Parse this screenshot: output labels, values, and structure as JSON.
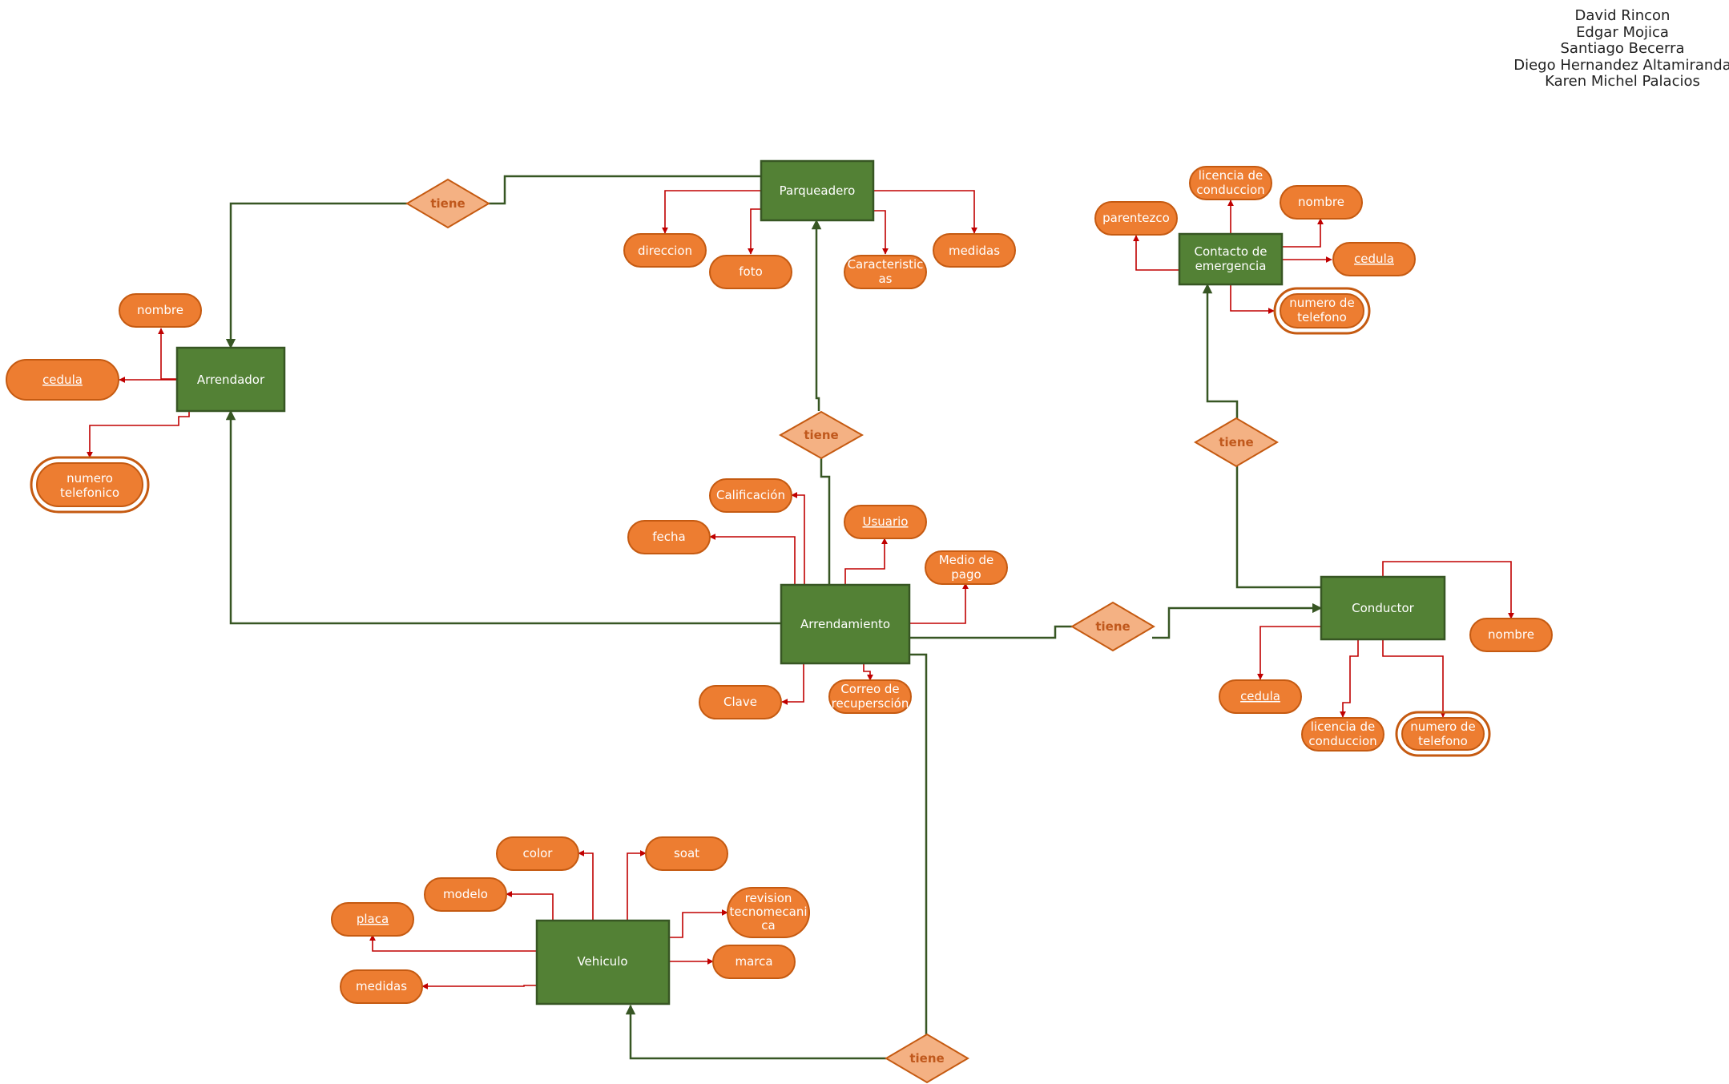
{
  "authors": [
    "David Rincon",
    "Edgar Mojica",
    "Santiago Becerra",
    "Diego Hernandez Altamiranda",
    "Karen Michel Palacios"
  ],
  "colors": {
    "entity_fill": "#538135",
    "entity_stroke": "#375623",
    "attribute_fill": "#ed7d31",
    "attribute_stroke": "#c55a11",
    "relation_fill": "#f4b183",
    "relation_stroke": "#c55a11",
    "entity_line": "#375623",
    "attribute_line": "#c00000"
  },
  "entities": {
    "parqueadero": "Parqueadero",
    "arrendador": "Arrendador",
    "contacto": [
      "Contacto de",
      "emergencia"
    ],
    "arrendamiento": "Arrendamiento",
    "conductor": "Conductor",
    "vehiculo": "Vehiculo"
  },
  "relations": {
    "arrendador_parqueadero": "tiene",
    "arrendamiento_parqueadero": "tiene",
    "conductor_contacto": "tiene",
    "arrendamiento_conductor": "tiene",
    "arrendamiento_vehiculo": "tiene"
  },
  "attributes": {
    "parqueadero": {
      "direccion": "direccion",
      "foto": "foto",
      "caracteristicas": [
        "Caracteristic",
        "as"
      ],
      "medidas": "medidas"
    },
    "arrendador": {
      "nombre": "nombre",
      "cedula": "cedula",
      "telefono": [
        "numero",
        "telefonico"
      ]
    },
    "contacto": {
      "licencia": [
        "licencia de",
        "conduccion"
      ],
      "nombre": "nombre",
      "parentezco": "parentezco",
      "cedula": "cedula",
      "telefono": [
        "numero de",
        "telefono"
      ]
    },
    "arrendamiento": {
      "calificacion": "Calificación",
      "fecha": "fecha",
      "usuario": "Usuario",
      "medio_pago": [
        "Medio de",
        "pago"
      ],
      "clave": "Clave",
      "correo": [
        "Correo de",
        "recupersción"
      ]
    },
    "conductor": {
      "nombre": "nombre",
      "cedula": "cedula",
      "licencia": [
        "licencia de",
        "conduccion"
      ],
      "telefono": [
        "numero de",
        "telefono"
      ]
    },
    "vehiculo": {
      "color": "color",
      "soat": "soat",
      "modelo": "modelo",
      "revision": [
        "revision",
        "tecnomecani",
        "ca"
      ],
      "placa": "placa",
      "marca": "marca",
      "medidas": "medidas"
    }
  }
}
